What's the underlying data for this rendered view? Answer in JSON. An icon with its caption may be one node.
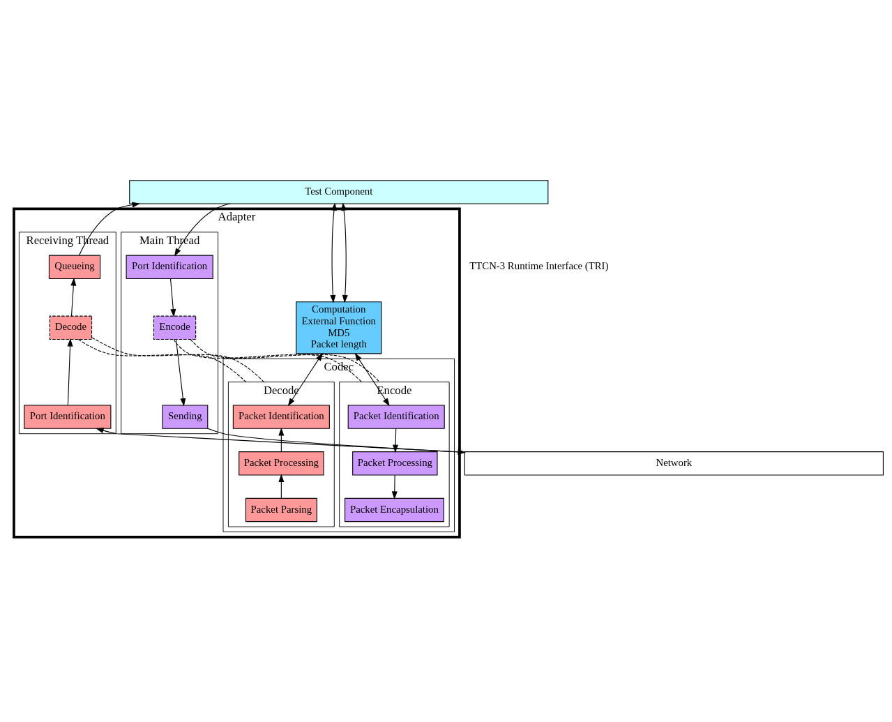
{
  "diagram": {
    "nodes": [
      {
        "text": [
          "Test Component"
        ]
      },
      {
        "text": [
          "Adapter"
        ]
      },
      {
        "text": [
          "Main Thread"
        ],
        "in": 1
      },
      {
        "text": [
          "Port Identification"
        ],
        "in": 2
      },
      {
        "text": [
          "Encode"
        ],
        "in": 2
      },
      {
        "text": [
          "Sending"
        ],
        "in": 2
      },
      {
        "text": [
          "Computation",
          "External Function",
          "MD5",
          "Packet length"
        ],
        "in": 1
      },
      {
        "text": [
          "Codec"
        ],
        "in": 1
      },
      {
        "text": [
          "Encode"
        ],
        "in": 7
      },
      {
        "text": [
          "Packet Identification"
        ],
        "in": 8
      },
      {
        "text": [
          "Packet Processing"
        ],
        "in": 8
      },
      {
        "text": [
          "Packet Encapsulation"
        ],
        "in": 8
      },
      {
        "text": [
          "Decode"
        ],
        "in": 7
      },
      {
        "text": [
          "Packet Identification"
        ],
        "in": 12
      },
      {
        "text": [
          "Packet Processing"
        ],
        "in": 12
      },
      {
        "text": [
          "Packet Parsing"
        ],
        "in": 12
      },
      {
        "text": [
          "Receiving Thread"
        ],
        "in": 1
      },
      {
        "text": [
          "Queueing"
        ],
        "in": 16
      },
      {
        "text": [
          "Decode"
        ],
        "in": 16
      },
      {
        "text": [
          "Port Identification"
        ],
        "in": 16
      },
      {
        "text": [
          "Network"
        ]
      }
    ],
    "edges": [
      {
        "from": 0,
        "to": 3,
        "arrow": "to"
      },
      {
        "from": 0,
        "to": 6,
        "arrow": "both"
      },
      {
        "from": 0,
        "to": 6,
        "arrow": "both"
      },
      {
        "from": 3,
        "to": 4,
        "arrow": "to"
      },
      {
        "from": 4,
        "to": 5,
        "arrow": "to"
      },
      {
        "from": 5,
        "to": 20,
        "arrow": "to"
      },
      {
        "from": 6,
        "to": 9,
        "arrow": "both"
      },
      {
        "from": 6,
        "to": 13,
        "arrow": "both"
      },
      {
        "from": 9,
        "to": 10,
        "arrow": "to"
      },
      {
        "from": 10,
        "to": 11,
        "arrow": "to"
      },
      {
        "from": 15,
        "to": 14,
        "arrow": "to"
      },
      {
        "from": 14,
        "to": 13,
        "arrow": "to"
      },
      {
        "from": 20,
        "to": 19,
        "arrow": "to"
      },
      {
        "from": 19,
        "to": 18,
        "arrow": "to"
      },
      {
        "from": 18,
        "to": 17,
        "arrow": "to"
      },
      {
        "from": 17,
        "to": 0,
        "arrow": "to"
      },
      {
        "from": 4,
        "to": 8,
        "arrow": "none",
        "style": "dashed"
      },
      {
        "from": 4,
        "to": 8,
        "arrow": "none",
        "style": "dashed"
      },
      {
        "from": 18,
        "to": 12,
        "arrow": "none",
        "style": "dashed"
      },
      {
        "from": 18,
        "to": 12,
        "arrow": "none",
        "style": "dashed"
      }
    ],
    "labels": [
      "TTCN-3 Runtime Interface (TRI)"
    ]
  }
}
